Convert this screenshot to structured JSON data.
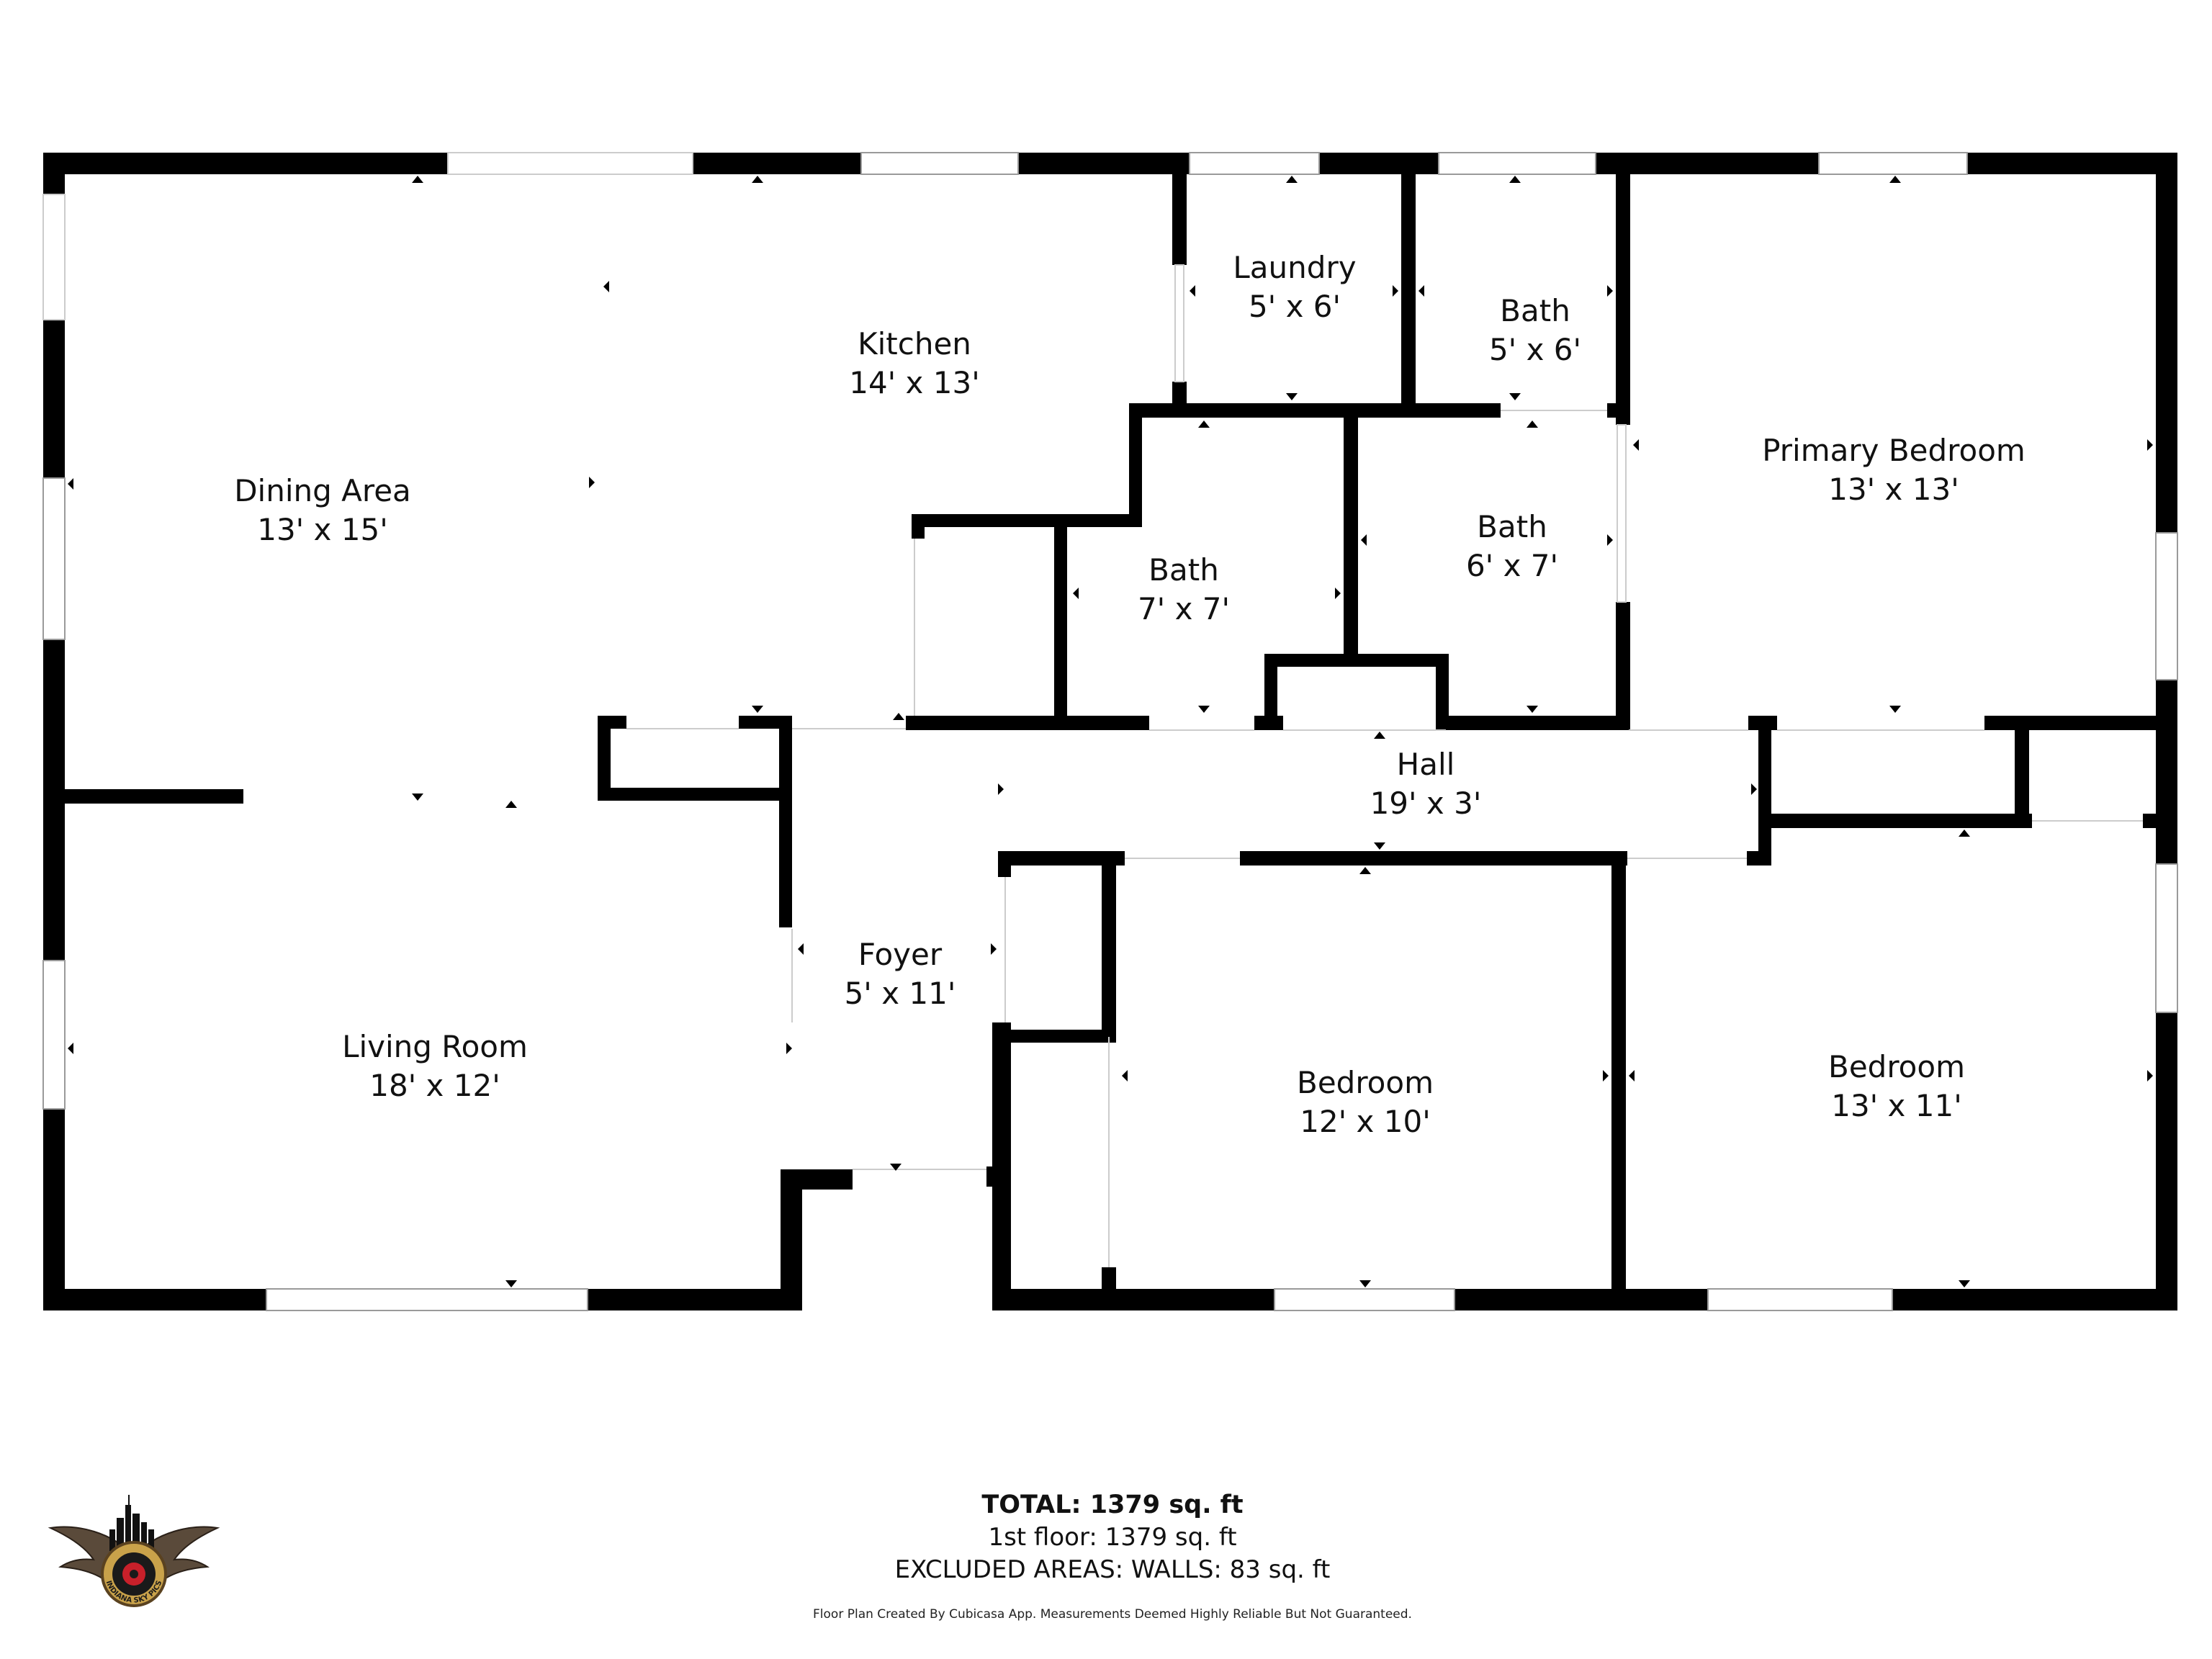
{
  "rooms": {
    "dining": {
      "name": "Dining Area",
      "size": "13' x 15'"
    },
    "kitchen": {
      "name": "Kitchen",
      "size": "14' x 13'"
    },
    "laundry": {
      "name": "Laundry",
      "size": "5' x 6'"
    },
    "bath_top": {
      "name": "Bath",
      "size": "5' x 6'"
    },
    "primary_bedroom": {
      "name": "Primary Bedroom",
      "size": "13' x 13'"
    },
    "bath_center": {
      "name": "Bath",
      "size": "7' x 7'"
    },
    "bath_right": {
      "name": "Bath",
      "size": "6' x 7'"
    },
    "hall": {
      "name": "Hall",
      "size": "19' x 3'"
    },
    "foyer": {
      "name": "Foyer",
      "size": "5' x 11'"
    },
    "living_room": {
      "name": "Living Room",
      "size": "18' x 12'"
    },
    "bedroom_center": {
      "name": "Bedroom",
      "size": "12' x 10'"
    },
    "bedroom_right": {
      "name": "Bedroom",
      "size": "13' x 11'"
    }
  },
  "summary": {
    "total": "TOTAL: 1379 sq. ft",
    "floor1": "1st floor: 1379 sq. ft",
    "excluded": "EXCLUDED AREAS: WALLS: 83 sq. ft"
  },
  "disclaimer": "Floor Plan Created By Cubicasa App. Measurements Deemed Highly Reliable But Not Guaranteed.",
  "logo": {
    "text": "INDIANA SKY PICS",
    "accent": "#c8202a"
  },
  "colors": {
    "wall": "#000000",
    "window": "#ffffff",
    "background": "#ffffff"
  }
}
